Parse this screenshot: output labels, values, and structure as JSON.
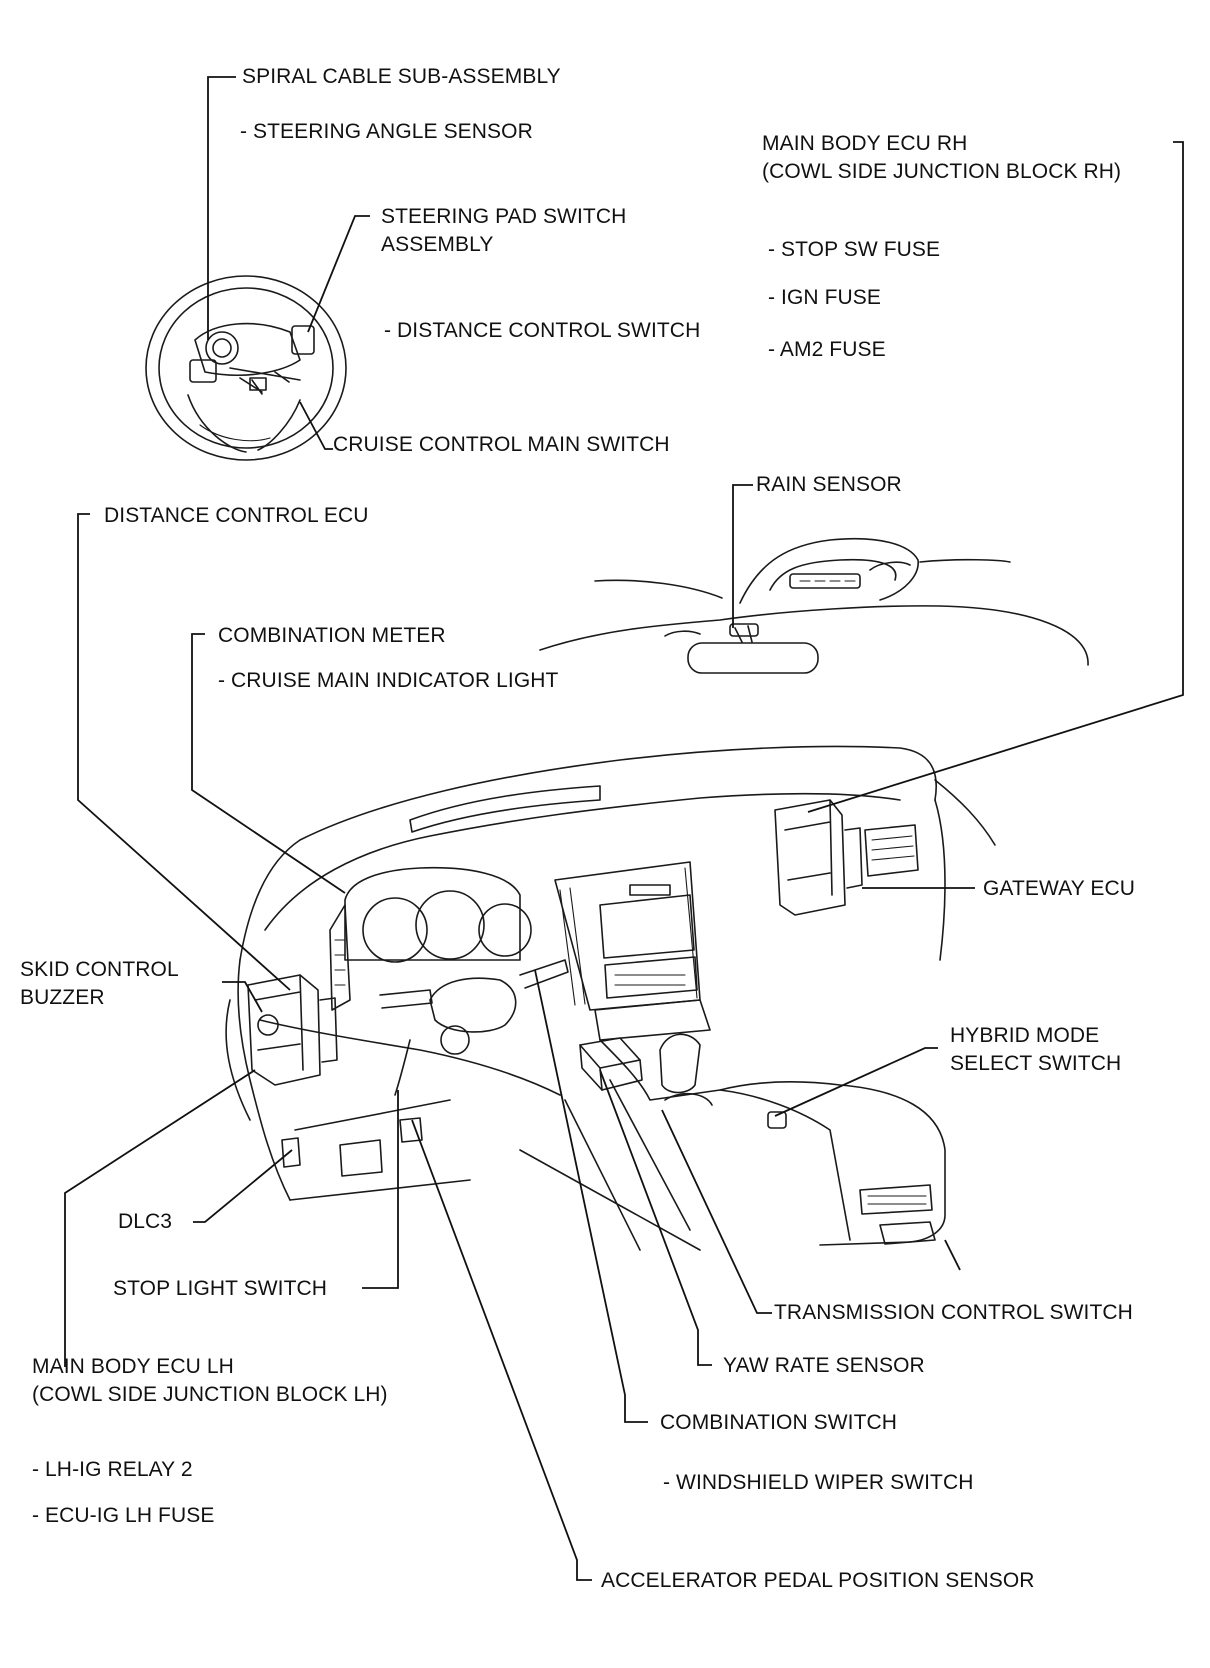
{
  "labels": {
    "spiral_cable": "SPIRAL CABLE SUB-ASSEMBLY",
    "steering_angle_sensor": "- STEERING ANGLE SENSOR",
    "steering_pad_switch_1": "STEERING PAD SWITCH",
    "steering_pad_switch_2": "ASSEMBLY",
    "distance_control_switch": "- DISTANCE CONTROL SWITCH",
    "cruise_control_main_switch": "CRUISE CONTROL MAIN SWITCH",
    "main_body_ecu_rh_1": "MAIN BODY ECU RH",
    "main_body_ecu_rh_2": "(COWL SIDE JUNCTION BLOCK RH)",
    "stop_sw_fuse": "- STOP SW FUSE",
    "ign_fuse": "- IGN FUSE",
    "am2_fuse": "- AM2 FUSE",
    "rain_sensor": "RAIN SENSOR",
    "distance_control_ecu": "DISTANCE CONTROL ECU",
    "combination_meter": "COMBINATION METER",
    "cruise_main_indicator": "- CRUISE MAIN INDICATOR LIGHT",
    "gateway_ecu": "GATEWAY ECU",
    "skid_control_buzzer_1": "SKID CONTROL",
    "skid_control_buzzer_2": "BUZZER",
    "hybrid_mode_1": "HYBRID MODE",
    "hybrid_mode_2": "SELECT SWITCH",
    "dlc3": "DLC3",
    "stop_light_switch": "STOP LIGHT SWITCH",
    "transmission_control_switch": "TRANSMISSION CONTROL SWITCH",
    "yaw_rate_sensor": "YAW RATE SENSOR",
    "main_body_ecu_lh_1": "MAIN BODY ECU LH",
    "main_body_ecu_lh_2": "(COWL SIDE JUNCTION BLOCK LH)",
    "combination_switch": "COMBINATION SWITCH",
    "lh_ig_relay": "- LH-IG RELAY 2",
    "windshield_wiper_switch": "- WINDSHIELD WIPER SWITCH",
    "ecu_ig_lh_fuse": "- ECU-IG LH FUSE",
    "accelerator_pedal": "ACCELERATOR PEDAL POSITION SENSOR"
  }
}
